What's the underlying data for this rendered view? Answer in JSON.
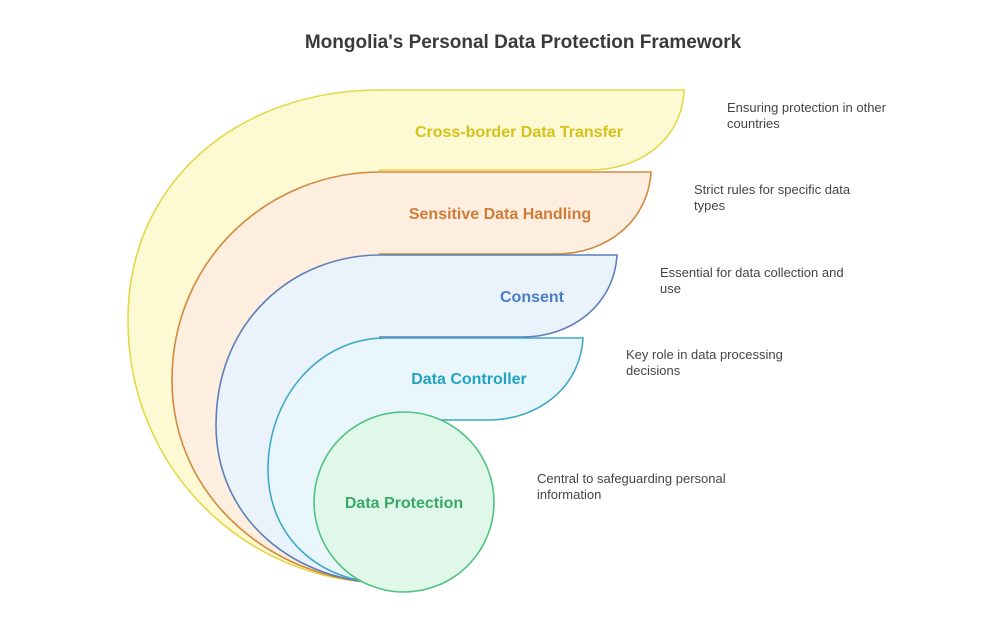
{
  "title": "Mongolia's Personal Data Protection Framework",
  "layers": [
    {
      "label": "Cross-border Data Transfer",
      "description": "Ensuring protection in other countries",
      "fill": "#fdf9d2",
      "stroke": "#e5d74a",
      "text_color": "#d4c21c"
    },
    {
      "label": "Sensitive Data Handling",
      "description": "Strict rules for specific data types",
      "fill": "#fdeee0",
      "stroke": "#d18a3e",
      "text_color": "#d07c36"
    },
    {
      "label": "Consent",
      "description": "Essential for data collection and use",
      "fill": "#eaf2fc",
      "stroke": "#5d7fb8",
      "text_color": "#4a7ec2"
    },
    {
      "label": "Data Controller",
      "description": "Key role in data processing decisions",
      "fill": "#e9f7fc",
      "stroke": "#3fa9c6",
      "text_color": "#22a3c4"
    },
    {
      "label": "Data Protection",
      "description": "Central to safeguarding personal information",
      "fill": "#e0f8ea",
      "stroke": "#4fc27f",
      "text_color": "#3aa868"
    }
  ]
}
